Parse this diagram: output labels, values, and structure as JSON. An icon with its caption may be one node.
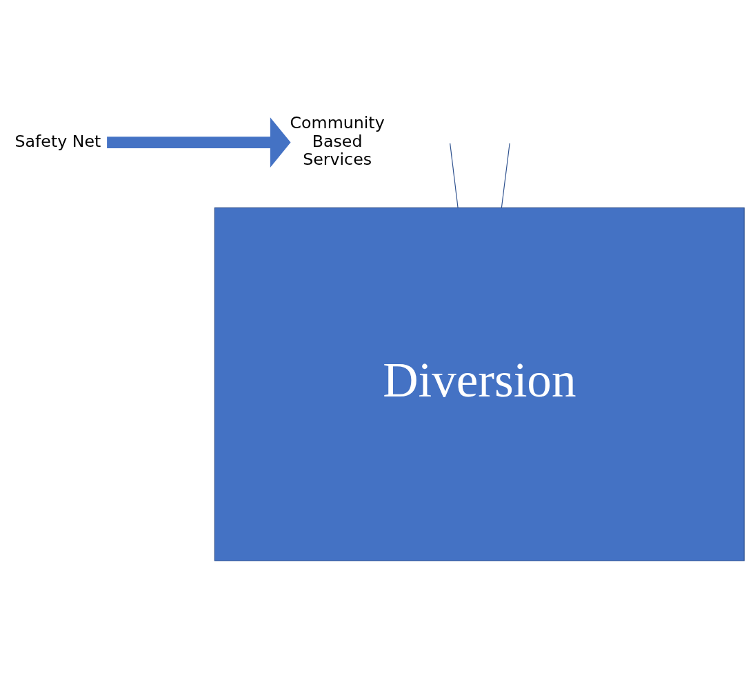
{
  "diagram": {
    "nodes": [
      {
        "text": [
          "Safety Net"
        ]
      },
      {
        "text": [
          "Community Based Services"
        ]
      },
      {
        "text": [
          "Diversion"
        ]
      }
    ],
    "edges": [
      {
        "from": 0,
        "to": 1,
        "arrow": "to",
        "style": "thick"
      },
      {
        "from": null,
        "to": 2,
        "arrow": "none"
      },
      {
        "from": null,
        "to": 2,
        "arrow": "none"
      }
    ]
  }
}
